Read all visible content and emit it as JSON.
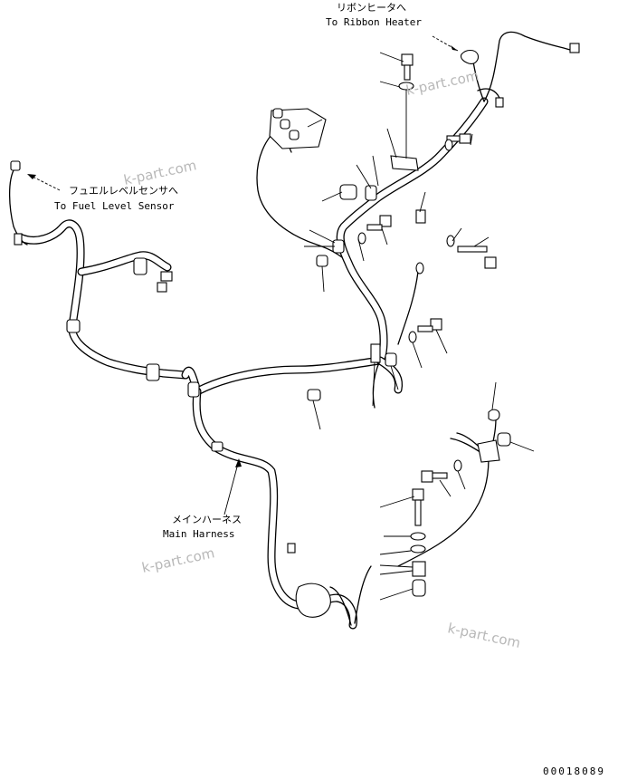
{
  "labels": {
    "ribbon_heater_jp": "リボンヒータへ",
    "ribbon_heater_en": "To Ribbon Heater",
    "fuel_sensor_jp": "フュエルレベルセンサへ",
    "fuel_sensor_en": "To Fuel Level Sensor",
    "main_harness_jp": "メインハーネス",
    "main_harness_en": "Main Harness"
  },
  "watermarks": [
    "k-part.com",
    "k-part.com",
    "k-part.com",
    "k-part.com"
  ],
  "drawing_number": "00018089"
}
